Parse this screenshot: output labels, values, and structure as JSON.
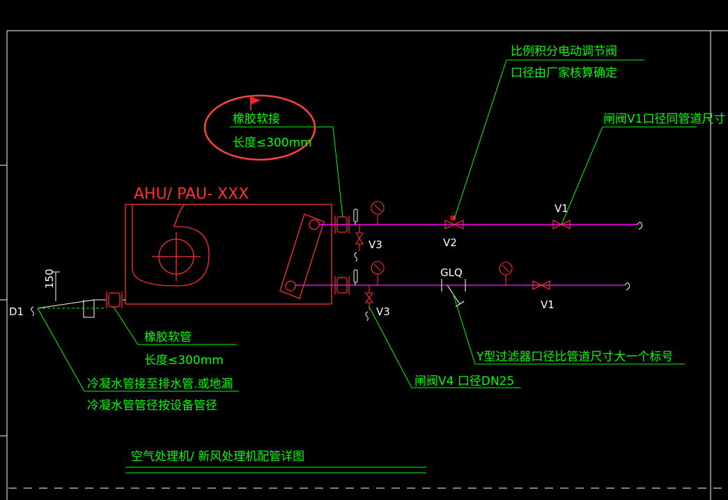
{
  "title": "空气处理机/ 新风处理机配管详图",
  "unit_tag": "AHU/ PAU- XXX",
  "labels": {
    "d1": "D1",
    "dim_150": "150",
    "v3_top": "V3",
    "v3_bottom": "V3",
    "v2": "V2",
    "v1_top": "V1",
    "v1_bottom": "V1",
    "glq": "GLQ"
  },
  "notes": {
    "rubber_joint_1": "橡胶软接",
    "rubber_joint_2": "长度≤300mm",
    "rubber_hose_1": "橡胶软管",
    "rubber_hose_2": "长度≤300mm",
    "condensate_1": "冷凝水管接至排水管.或地漏",
    "condensate_2": "冷凝水管管径按设备管径",
    "proportional_valve_1": "比例积分电动调节阀",
    "proportional_valve_2": "口径由厂家核算确定",
    "gate_valve_v1": "闸阀V1口径同管道尺寸",
    "gate_valve_v4": "闸阀V4 口径DN25",
    "y_strainer": "Y型过滤器口径比管道尺寸大一个标号"
  },
  "colors": {
    "background": "#000000",
    "pipe": "#ff00ff",
    "equipment": "#ff3030",
    "leader": "#00ff00",
    "text": "#00ff00",
    "frame": "#ffffff",
    "markup": "#ff4444"
  }
}
